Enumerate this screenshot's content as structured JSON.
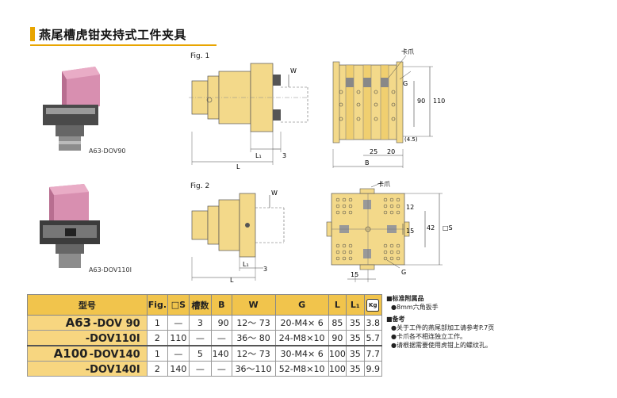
{
  "title": "燕尾槽虎钳夹持式工件夹具",
  "products": [
    {
      "caption": "A63-DOV90"
    },
    {
      "caption": "A63-DOV110I"
    }
  ],
  "fig1": {
    "label": "Fig. 1",
    "dims": {
      "W": "W",
      "L1": "L₁",
      "three": "3",
      "L": "L",
      "G": "G",
      "ninety": "90",
      "one_ten": "110",
      "four_five": "(4.5)",
      "twentyfive": "25",
      "twenty": "20",
      "B": "B",
      "jaw": "卡爪"
    }
  },
  "fig2": {
    "label": "Fig. 2",
    "dims": {
      "W": "W",
      "L1": "L₁",
      "three": "3",
      "L": "L",
      "G": "G",
      "twelve": "12",
      "fifteen_v": "15",
      "fortytwo": "42",
      "S": "□S",
      "fifteen_h": "15",
      "jaw": "卡爪"
    }
  },
  "table": {
    "headers": [
      "型号",
      "Fig.",
      "□S",
      "槽数",
      "B",
      "W",
      "G",
      "L",
      "L₁"
    ],
    "rows": [
      {
        "series": "A63",
        "model": "-DOV 90",
        "fig": "1",
        "s": "—",
        "slots": "3",
        "b": "90",
        "w": "12～ 73",
        "g": "20-M4× 6",
        "l": "85",
        "l1": "35",
        "kg": "3.8"
      },
      {
        "series": "",
        "model": "-DOV110I",
        "fig": "2",
        "s": "110",
        "slots": "—",
        "b": "—",
        "w": "36～ 80",
        "g": "24-M8×10",
        "l": "90",
        "l1": "35",
        "kg": "5.7"
      },
      {
        "series": "A100",
        "model": "-DOV140",
        "fig": "1",
        "s": "—",
        "slots": "5",
        "b": "140",
        "w": "12～ 73",
        "g": "30-M4× 6",
        "l": "100",
        "l1": "35",
        "kg": "7.7"
      },
      {
        "series": "",
        "model": "-DOV140I",
        "fig": "2",
        "s": "140",
        "slots": "—",
        "b": "—",
        "w": "36～110",
        "g": "52-M8×10",
        "l": "100",
        "l1": "35",
        "kg": "9.9"
      }
    ]
  },
  "notes": {
    "std_head": "■标准附属品",
    "std_items": [
      "●8mm六角扳手"
    ],
    "remark_head": "■备考",
    "remark_items": [
      "●关于工件的燕尾部加工请参考P.7页",
      "●卡爪各不相连独立工作。",
      "●请根据需要使用虎钳上的螺纹孔。"
    ]
  },
  "colors": {
    "accent": "#e8a500",
    "part_fill": "#f3d98a",
    "header_fill": "#f1c44c"
  }
}
